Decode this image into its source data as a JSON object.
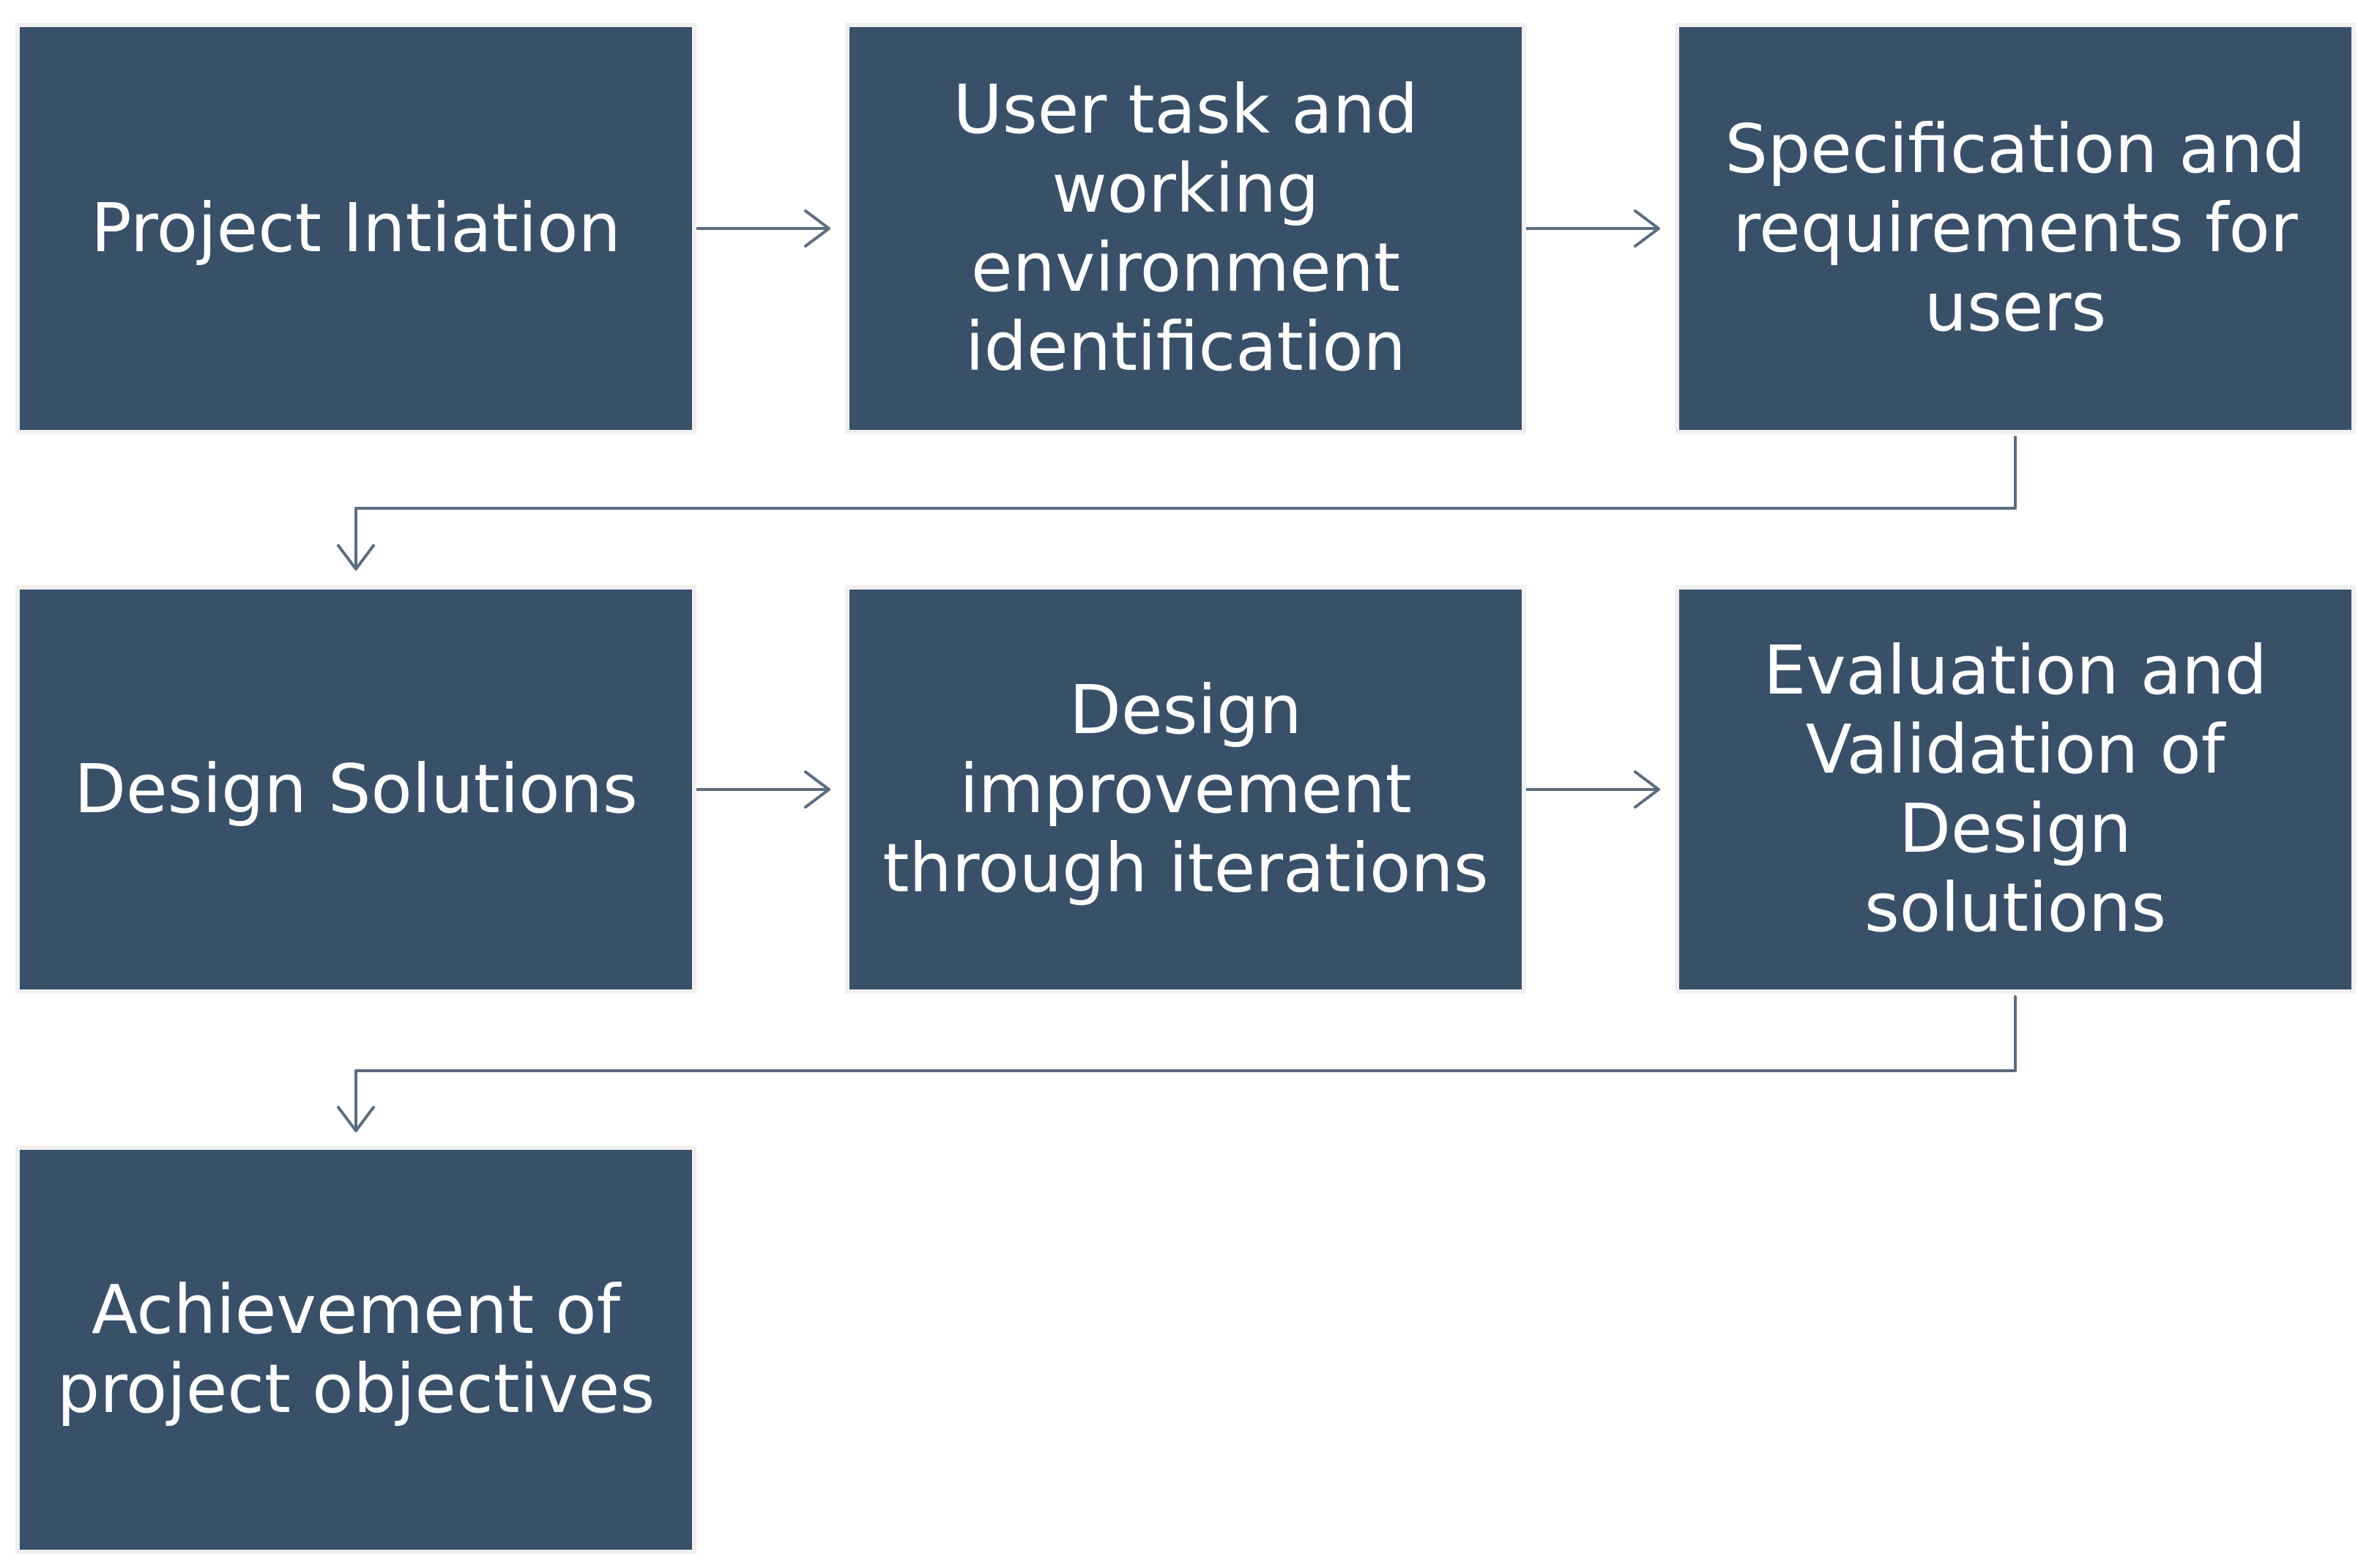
{
  "diagram": {
    "steps": [
      {
        "id": "project-initiation",
        "label": "Project Intiation"
      },
      {
        "id": "user-task-identification",
        "label": "User task and\nworking\nenvironment\nidentification"
      },
      {
        "id": "specification-requirements",
        "label": "Specification and\nrequirements for\nusers"
      },
      {
        "id": "design-solutions",
        "label": "Design Solutions"
      },
      {
        "id": "design-improvement",
        "label": "Design\nimprovement\nthrough iterations"
      },
      {
        "id": "evaluation-validation",
        "label": "Evaluation and\nValidation of Design\nsolutions"
      },
      {
        "id": "achievement-objectives",
        "label": "Achievement of\nproject objectives"
      }
    ],
    "edges": [
      {
        "from": "project-initiation",
        "to": "user-task-identification"
      },
      {
        "from": "user-task-identification",
        "to": "specification-requirements"
      },
      {
        "from": "specification-requirements",
        "to": "design-solutions"
      },
      {
        "from": "design-solutions",
        "to": "design-improvement"
      },
      {
        "from": "design-improvement",
        "to": "evaluation-validation"
      },
      {
        "from": "evaluation-validation",
        "to": "achievement-objectives"
      }
    ],
    "colors": {
      "box_fill": "#395069",
      "box_text": "#ffffff",
      "connector": "#5b6d80",
      "background": "#ffffff"
    }
  }
}
